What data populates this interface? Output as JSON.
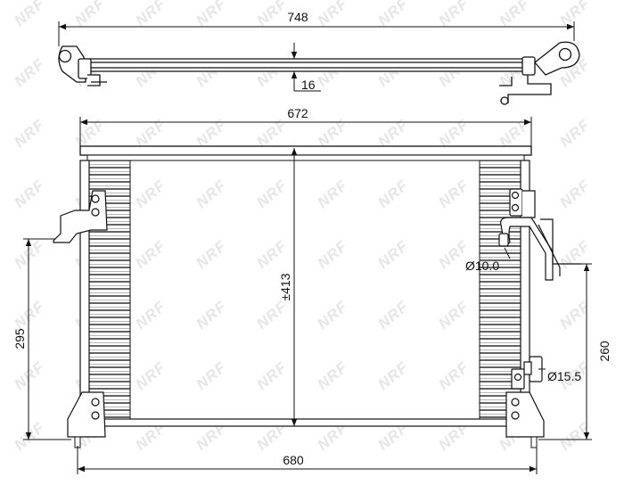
{
  "watermark": {
    "text": "NRF"
  },
  "dimensions": {
    "top_length": "748",
    "bracket_offset": "16",
    "core_width": "672",
    "core_height": "±413",
    "left_bracket_height": "295",
    "right_bracket_height": "260",
    "overall_width": "680"
  },
  "fittings": {
    "inlet_diameter": "Ø10.0",
    "outlet_diameter": "Ø15.5"
  },
  "colors": {
    "line": "#111111",
    "watermark": "#e6e6e6",
    "background": "#ffffff"
  }
}
